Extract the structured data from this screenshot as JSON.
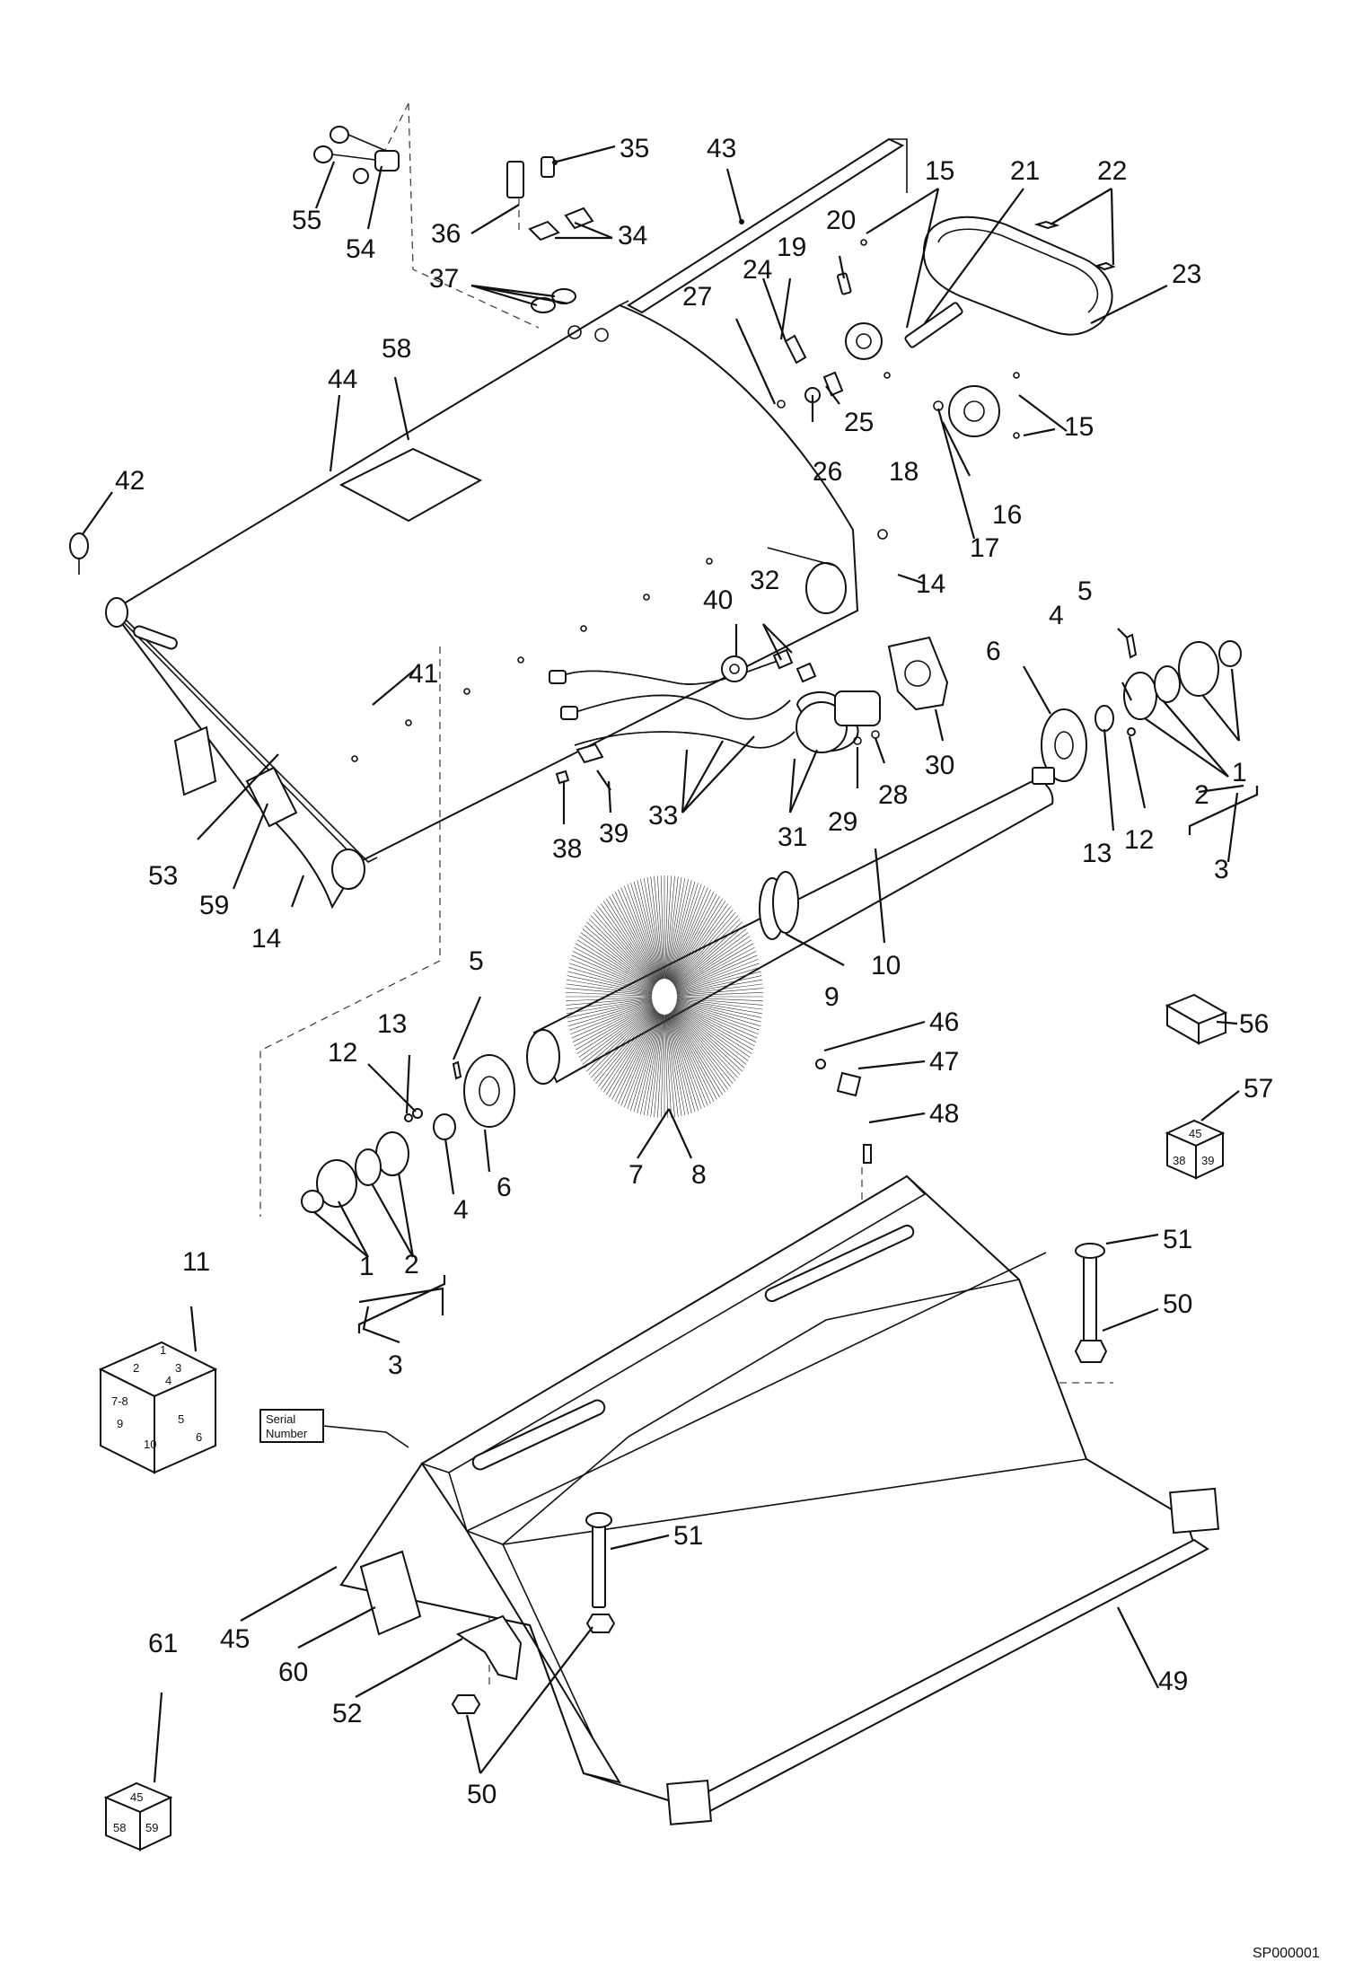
{
  "drawing_code": "SP000001",
  "serial_label": [
    "Serial",
    "Number"
  ],
  "callouts": {
    "c35": "35",
    "c43": "43",
    "c15a": "15",
    "c21": "21",
    "c22": "22",
    "c55": "55",
    "c54": "54",
    "c36": "36",
    "c34": "34",
    "c20": "20",
    "c19": "19",
    "c24": "24",
    "c23": "23",
    "c37": "37",
    "c27": "27",
    "c58": "58",
    "c44": "44",
    "c25": "25",
    "c15b": "15",
    "c26": "26",
    "c18": "18",
    "c16": "16",
    "c42": "42",
    "c17": "17",
    "c14a": "14",
    "c32": "32",
    "c5a": "5",
    "c40": "40",
    "c4a": "4",
    "c6a": "6",
    "c41": "41",
    "c1a": "1",
    "c30": "30",
    "c28": "28",
    "c2a": "2",
    "c12a": "12",
    "c29": "29",
    "c39": "39",
    "c33": "33",
    "c31": "31",
    "c38": "38",
    "c13a": "13",
    "c3a": "3",
    "c53": "53",
    "c59": "59",
    "c14b": "14",
    "c10": "10",
    "c9": "9",
    "c5b": "5",
    "c56": "56",
    "c13b": "13",
    "c46": "46",
    "c12b": "12",
    "c47": "47",
    "c57": "57",
    "c48": "48",
    "c7": "7",
    "c8": "8",
    "c6b": "6",
    "c4b": "4",
    "c11": "11",
    "c51a": "51",
    "c2b": "2",
    "c1b": "1",
    "c50a": "50",
    "c3b": "3",
    "c51b": "51",
    "c45": "45",
    "c60": "60",
    "c61": "61",
    "c52": "52",
    "c49": "49",
    "c50b": "50"
  },
  "kit_11_labels": [
    "1",
    "2",
    "3",
    "4",
    "7-8",
    "9",
    "10",
    "5",
    "6"
  ],
  "kit_57_labels": [
    "45",
    "38",
    "39"
  ],
  "kit_61_labels": [
    "45",
    "58",
    "59"
  ]
}
